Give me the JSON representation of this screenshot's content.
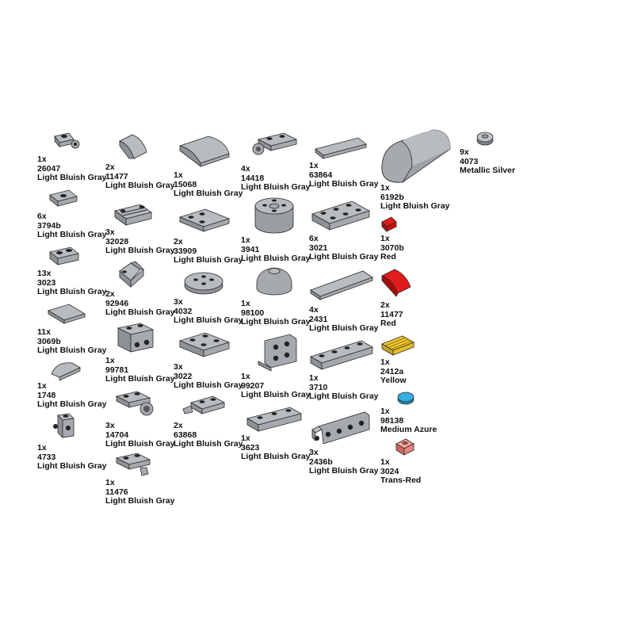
{
  "colors": {
    "light_bluish_gray": "#A6A9AD",
    "red": "#D10C0C",
    "yellow": "#F5CD30",
    "medium_azure": "#36AEDF",
    "trans_red": "#E5857D",
    "metallic_silver": "#A0A5A9",
    "outline": "#2b2b2b"
  },
  "parts": [
    {
      "qty": "1x",
      "id": "26047",
      "color": "Light Bluish Gray",
      "icon": "plate-1x1-rotation-icon"
    },
    {
      "qty": "6x",
      "id": "3794b",
      "color": "Light Bluish Gray",
      "icon": "plate-1x2-jumper-icon"
    },
    {
      "qty": "13x",
      "id": "3023",
      "color": "Light Bluish Gray",
      "icon": "plate-1x2-icon"
    },
    {
      "qty": "11x",
      "id": "3069b",
      "color": "Light Bluish Gray",
      "icon": "tile-1x2-icon"
    },
    {
      "qty": "1x",
      "id": "1748",
      "color": "Light Bluish Gray",
      "icon": "tile-half-round-icon"
    },
    {
      "qty": "1x",
      "id": "4733",
      "color": "Light Bluish Gray",
      "icon": "brick-studs-on-sides-icon"
    },
    {
      "qty": "2x",
      "id": "11477",
      "color": "Light Bluish Gray",
      "icon": "slope-curved-2x1-icon"
    },
    {
      "qty": "3x",
      "id": "32028",
      "color": "Light Bluish Gray",
      "icon": "plate-door-rail-icon"
    },
    {
      "qty": "2x",
      "id": "92946",
      "color": "Light Bluish Gray",
      "icon": "slope-45-plate-icon"
    },
    {
      "qty": "1x",
      "id": "99781",
      "color": "Light Bluish Gray",
      "icon": "bracket-1x2-down-icon"
    },
    {
      "qty": "3x",
      "id": "14704",
      "color": "Light Bluish Gray",
      "icon": "plate-ball-socket-icon"
    },
    {
      "qty": "1x",
      "id": "11476",
      "color": "Light Bluish Gray",
      "icon": "plate-clip-horizontal-icon"
    },
    {
      "qty": "1x",
      "id": "15068",
      "color": "Light Bluish Gray",
      "icon": "slope-curved-2x2-icon"
    },
    {
      "qty": "2x",
      "id": "33909",
      "color": "Light Bluish Gray",
      "icon": "tile-2x2-studs-corner-icon"
    },
    {
      "qty": "3x",
      "id": "4032",
      "color": "Light Bluish Gray",
      "icon": "plate-round-2x2-icon"
    },
    {
      "qty": "3x",
      "id": "3022",
      "color": "Light Bluish Gray",
      "icon": "plate-2x2-icon"
    },
    {
      "qty": "2x",
      "id": "63868",
      "color": "Light Bluish Gray",
      "icon": "plate-1x2-clip-end-icon"
    },
    {
      "qty": "4x",
      "id": "14418",
      "color": "Light Bluish Gray",
      "icon": "plate-ball-joint-icon"
    },
    {
      "qty": "1x",
      "id": "3941",
      "color": "Light Bluish Gray",
      "icon": "brick-round-2x2-icon"
    },
    {
      "qty": "1x",
      "id": "98100",
      "color": "Light Bluish Gray",
      "icon": "dome-2x2-icon"
    },
    {
      "qty": "1x",
      "id": "99207",
      "color": "Light Bluish Gray",
      "icon": "bracket-1x2-2x2-up-icon"
    },
    {
      "qty": "1x",
      "id": "3623",
      "color": "Light Bluish Gray",
      "icon": "plate-1x3-icon"
    },
    {
      "qty": "1x",
      "id": "63864",
      "color": "Light Bluish Gray",
      "icon": "tile-1x3-icon"
    },
    {
      "qty": "6x",
      "id": "3021",
      "color": "Light Bluish Gray",
      "icon": "plate-2x3-icon"
    },
    {
      "qty": "4x",
      "id": "2431",
      "color": "Light Bluish Gray",
      "icon": "tile-1x4-icon"
    },
    {
      "qty": "1x",
      "id": "3710",
      "color": "Light Bluish Gray",
      "icon": "plate-1x4-icon"
    },
    {
      "qty": "3x",
      "id": "2436b",
      "color": "Light Bluish Gray",
      "icon": "bracket-1x2-1x4-icon"
    },
    {
      "qty": "1x",
      "id": "6192b",
      "color": "Light Bluish Gray",
      "icon": "brick-curved-top-icon"
    },
    {
      "qty": "1x",
      "id": "3070b",
      "color": "Red",
      "icon": "tile-1x1-icon"
    },
    {
      "qty": "2x",
      "id": "11477",
      "color": "Red",
      "icon": "slope-curved-2x1-icon"
    },
    {
      "qty": "1x",
      "id": "2412a",
      "color": "Yellow",
      "icon": "tile-grille-icon"
    },
    {
      "qty": "1x",
      "id": "98138",
      "color": "Medium Azure",
      "icon": "tile-round-1x1-icon"
    },
    {
      "qty": "1x",
      "id": "3024",
      "color": "Trans-Red",
      "icon": "plate-1x1-icon"
    },
    {
      "qty": "9x",
      "id": "4073",
      "color": "Metallic Silver",
      "icon": "plate-round-1x1-icon"
    }
  ]
}
